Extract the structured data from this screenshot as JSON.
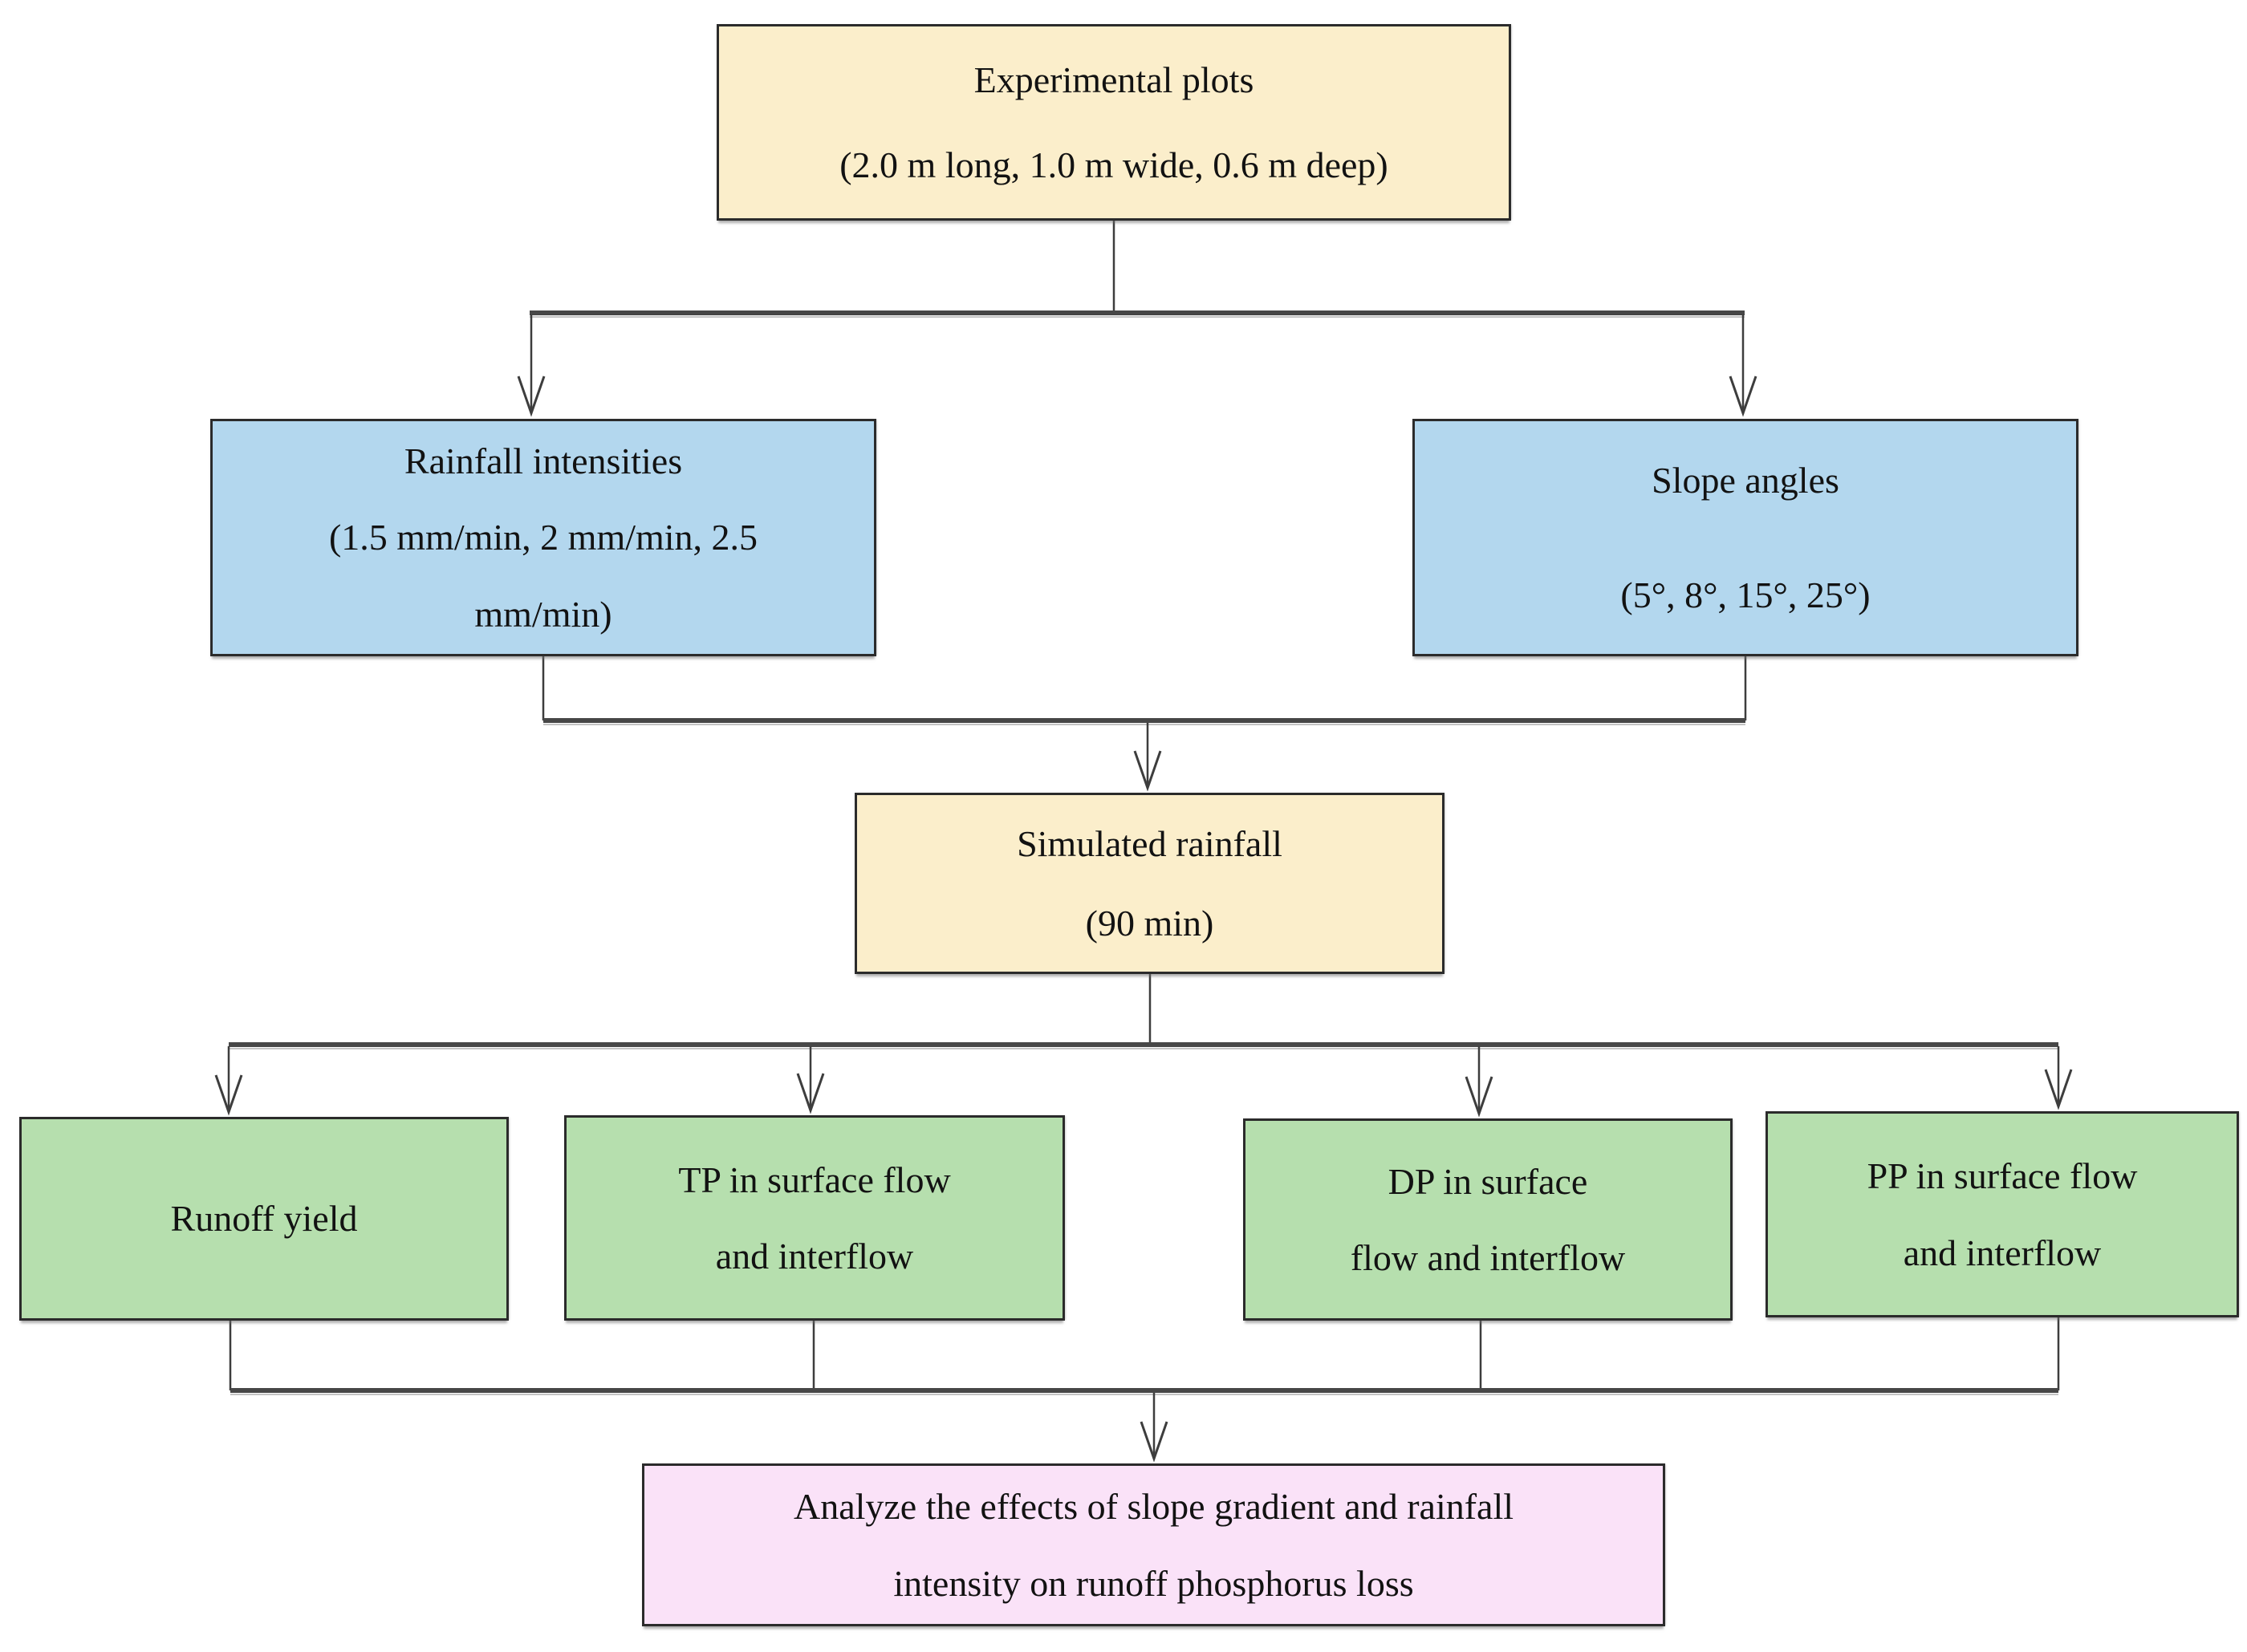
{
  "colors": {
    "background": "#ffffff",
    "box_border": "#2b2b2b",
    "connector": "#3d3d3d",
    "text": "#121212",
    "tan_fill": "#fbeecb",
    "blue_fill": "#b3d7ee",
    "green_fill": "#b6dfae",
    "pink_fill": "#fae2f8"
  },
  "nodes": {
    "experimental_plots": {
      "line1": "Experimental plots",
      "line2": "(2.0 m long, 1.0 m wide, 0.6 m deep)"
    },
    "rainfall_intensities": {
      "line1": "Rainfall intensities",
      "line2": "(1.5 mm/min, 2 mm/min, 2.5",
      "line3": "mm/min)"
    },
    "slope_angles": {
      "line1": "Slope angles",
      "line2": "(5°, 8°, 15°, 25°)"
    },
    "simulated_rainfall": {
      "line1": "Simulated rainfall",
      "line2": "(90 min)"
    },
    "runoff_yield": {
      "line1": "Runoff yield"
    },
    "tp_flow": {
      "line1": "TP in surface flow",
      "line2": "and interflow"
    },
    "dp_flow": {
      "line1": "DP in surface",
      "line2": "flow and interflow"
    },
    "pp_flow": {
      "line1": "PP in surface flow",
      "line2": "and interflow"
    },
    "analysis": {
      "line1": "Analyze the effects of slope gradient and rainfall",
      "line2": "intensity on runoff phosphorus loss"
    }
  }
}
